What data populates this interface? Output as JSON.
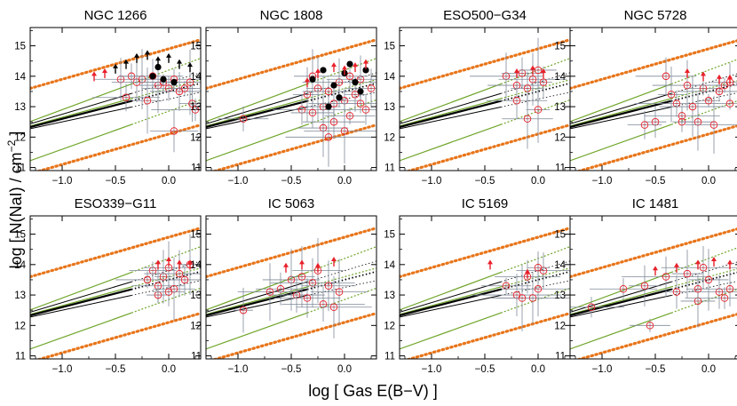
{
  "figure": {
    "ylabel": "log [ N(NaI) / cm",
    "ylabel_sup": "−2",
    "ylabel_tail": " ]",
    "xlabel": "log [ Gas E(B−V) ]"
  },
  "chart_data": [
    {
      "type": "scatter",
      "title": "NGC 1266",
      "xlim": [
        -1.3,
        0.3
      ],
      "ylim": [
        10.9,
        15.6
      ],
      "xticks": [
        -1.0,
        -0.5,
        0.0
      ],
      "yticks": [
        11,
        12,
        13,
        14,
        15
      ],
      "points": [
        [
          -0.45,
          13.9
        ],
        [
          -0.35,
          14.0
        ],
        [
          -0.3,
          13.8
        ],
        [
          -0.25,
          13.9
        ],
        [
          -0.15,
          14.0
        ],
        [
          -0.1,
          13.7
        ],
        [
          -0.05,
          13.8
        ],
        [
          0.0,
          13.6
        ],
        [
          0.05,
          13.9
        ],
        [
          0.1,
          13.5
        ],
        [
          0.15,
          13.6
        ],
        [
          0.2,
          13.8
        ],
        [
          0.22,
          13.1
        ],
        [
          0.25,
          12.9
        ],
        [
          0.05,
          12.2
        ],
        [
          -0.4,
          13.3
        ],
        [
          -0.2,
          13.2
        ]
      ],
      "upper_limits": [
        [
          -0.7,
          14.1
        ],
        [
          -0.6,
          14.2
        ],
        [
          -0.5,
          14.35
        ],
        [
          -0.4,
          14.5
        ],
        [
          -0.3,
          14.7
        ],
        [
          -0.2,
          14.8
        ],
        [
          -0.1,
          14.6
        ],
        [
          0.0,
          14.7
        ],
        [
          0.1,
          14.5
        ],
        [
          0.2,
          14.4
        ]
      ],
      "filled": [
        [
          -0.15,
          14.0
        ],
        [
          -0.05,
          13.9
        ],
        [
          0.05,
          13.8
        ],
        [
          -0.1,
          14.3
        ]
      ]
    },
    {
      "type": "scatter",
      "title": "NGC 1808",
      "xlim": [
        -1.3,
        0.3
      ],
      "ylim": [
        10.9,
        15.6
      ],
      "xticks": [
        -1.0,
        -0.5,
        0.0
      ],
      "yticks": [
        11,
        12,
        13,
        14,
        15
      ],
      "points": [
        [
          -0.95,
          12.6
        ],
        [
          -0.4,
          12.9
        ],
        [
          -0.35,
          13.4
        ],
        [
          -0.3,
          12.8
        ],
        [
          -0.25,
          13.6
        ],
        [
          -0.2,
          13.0
        ],
        [
          -0.15,
          13.5
        ],
        [
          -0.1,
          12.5
        ],
        [
          -0.05,
          13.8
        ],
        [
          0.0,
          13.2
        ],
        [
          0.05,
          12.7
        ],
        [
          0.1,
          13.4
        ],
        [
          0.15,
          13.9
        ],
        [
          0.2,
          12.9
        ],
        [
          0.25,
          13.6
        ],
        [
          -0.2,
          12.3
        ],
        [
          -0.1,
          13.1
        ],
        [
          0.05,
          14.0
        ],
        [
          0.15,
          13.1
        ],
        [
          -0.3,
          14.0
        ],
        [
          0.0,
          12.2
        ],
        [
          -0.15,
          12.0
        ]
      ],
      "upper_limits": [
        [
          -0.35,
          13.9
        ],
        [
          -0.25,
          14.2
        ],
        [
          -0.1,
          14.4
        ],
        [
          0.0,
          14.3
        ],
        [
          0.1,
          14.4
        ],
        [
          0.2,
          14.5
        ]
      ],
      "filled": [
        [
          -0.3,
          13.9
        ],
        [
          -0.2,
          14.2
        ],
        [
          -0.1,
          13.7
        ],
        [
          0.0,
          14.1
        ],
        [
          0.1,
          13.8
        ],
        [
          0.2,
          14.2
        ],
        [
          -0.05,
          13.3
        ],
        [
          0.15,
          13.5
        ],
        [
          0.05,
          14.4
        ],
        [
          -0.15,
          13.0
        ]
      ]
    },
    {
      "type": "scatter",
      "title": "ESO500−G34",
      "xlim": [
        -1.3,
        0.3
      ],
      "ylim": [
        10.9,
        15.6
      ],
      "xticks": [
        -1.0,
        -0.5,
        0.0
      ],
      "yticks": [
        11,
        12,
        13,
        14,
        15
      ],
      "points": [
        [
          -0.3,
          14.0
        ],
        [
          -0.2,
          13.7
        ],
        [
          -0.15,
          14.1
        ],
        [
          -0.1,
          13.6
        ],
        [
          -0.05,
          13.9
        ],
        [
          0.0,
          14.2
        ],
        [
          0.05,
          13.8
        ],
        [
          -0.2,
          13.2
        ],
        [
          0.0,
          12.9
        ],
        [
          -0.1,
          12.6
        ]
      ],
      "upper_limits": [
        [
          -0.2,
          14.2
        ],
        [
          -0.05,
          14.3
        ],
        [
          0.05,
          14.2
        ]
      ],
      "filled": []
    },
    {
      "type": "scatter",
      "title": "NGC 5728",
      "xlim": [
        -1.3,
        0.3
      ],
      "ylim": [
        10.9,
        15.6
      ],
      "xticks": [
        -1.0,
        -0.5,
        0.0
      ],
      "yticks": [
        11,
        12,
        13,
        14,
        15
      ],
      "points": [
        [
          -0.4,
          14.0
        ],
        [
          -0.35,
          13.4
        ],
        [
          -0.3,
          13.1
        ],
        [
          -0.25,
          12.5
        ],
        [
          -0.2,
          13.7
        ],
        [
          -0.15,
          13.0
        ],
        [
          -0.1,
          12.5
        ],
        [
          -0.05,
          13.6
        ],
        [
          0.0,
          13.2
        ],
        [
          0.05,
          12.4
        ],
        [
          0.1,
          13.5
        ],
        [
          0.15,
          13.7
        ],
        [
          0.2,
          13.8
        ],
        [
          -0.5,
          12.5
        ],
        [
          -0.6,
          12.4
        ],
        [
          -0.25,
          12.7
        ],
        [
          0.2,
          13.1
        ]
      ],
      "upper_limits": [
        [
          -0.2,
          14.2
        ],
        [
          -0.05,
          14.1
        ],
        [
          0.1,
          14.0
        ],
        [
          0.2,
          14.0
        ]
      ],
      "filled": []
    },
    {
      "type": "scatter",
      "title": "ESO339−G11",
      "xlim": [
        -1.3,
        0.3
      ],
      "ylim": [
        10.9,
        15.6
      ],
      "xticks": [
        -1.0,
        -0.5,
        0.0
      ],
      "yticks": [
        11,
        12,
        13,
        14,
        15
      ],
      "points": [
        [
          -0.2,
          13.5
        ],
        [
          -0.15,
          13.8
        ],
        [
          -0.1,
          13.3
        ],
        [
          -0.05,
          13.6
        ],
        [
          0.0,
          13.9
        ],
        [
          0.05,
          13.2
        ],
        [
          0.1,
          13.7
        ],
        [
          0.15,
          13.5
        ],
        [
          0.2,
          14.0
        ],
        [
          -0.1,
          13.0
        ],
        [
          0.0,
          13.1
        ]
      ],
      "upper_limits": [
        [
          -0.1,
          14.1
        ],
        [
          0.0,
          14.2
        ],
        [
          0.1,
          14.1
        ],
        [
          0.2,
          14.1
        ]
      ],
      "filled": []
    },
    {
      "type": "scatter",
      "title": "IC 5063",
      "xlim": [
        -1.3,
        0.3
      ],
      "ylim": [
        10.9,
        15.6
      ],
      "xticks": [
        -1.0,
        -0.5,
        0.0
      ],
      "yticks": [
        11,
        12,
        13,
        14,
        15
      ],
      "points": [
        [
          -0.95,
          12.5
        ],
        [
          -0.6,
          13.2
        ],
        [
          -0.5,
          13.5
        ],
        [
          -0.45,
          13.0
        ],
        [
          -0.4,
          13.6
        ],
        [
          -0.35,
          12.9
        ],
        [
          -0.3,
          13.4
        ],
        [
          -0.25,
          13.8
        ],
        [
          -0.2,
          12.7
        ],
        [
          -0.15,
          13.3
        ],
        [
          -0.1,
          12.6
        ],
        [
          -0.05,
          13.1
        ],
        [
          -0.7,
          13.1
        ]
      ],
      "upper_limits": [
        [
          -0.55,
          14.0
        ],
        [
          -0.4,
          14.1
        ],
        [
          -0.25,
          14.0
        ],
        [
          -0.1,
          14.2
        ]
      ],
      "filled": []
    },
    {
      "type": "scatter",
      "title": "IC 5169",
      "xlim": [
        -1.3,
        0.3
      ],
      "ylim": [
        10.9,
        15.6
      ],
      "xticks": [
        -1.0,
        -0.5,
        0.0
      ],
      "yticks": [
        11,
        12,
        13,
        14,
        15
      ],
      "points": [
        [
          -0.3,
          13.3
        ],
        [
          -0.2,
          13.0
        ],
        [
          -0.1,
          13.6
        ],
        [
          0.0,
          13.2
        ],
        [
          0.05,
          13.8
        ],
        [
          -0.05,
          12.9
        ],
        [
          0.0,
          13.9
        ],
        [
          -0.15,
          12.9
        ]
      ],
      "upper_limits": [
        [
          -0.45,
          14.1
        ],
        [
          -0.1,
          13.8
        ]
      ],
      "filled": []
    },
    {
      "type": "scatter",
      "title": "IC 1481",
      "xlim": [
        -1.3,
        0.3
      ],
      "ylim": [
        10.9,
        15.6
      ],
      "xticks": [
        -1.0,
        -0.5,
        0.0
      ],
      "yticks": [
        11,
        12,
        13,
        14,
        15
      ],
      "points": [
        [
          -1.1,
          12.6
        ],
        [
          -0.8,
          13.2
        ],
        [
          -0.6,
          13.3
        ],
        [
          -0.55,
          12.0
        ],
        [
          -0.4,
          13.6
        ],
        [
          -0.3,
          13.1
        ],
        [
          -0.2,
          13.7
        ],
        [
          -0.1,
          12.8
        ],
        [
          0.0,
          13.5
        ],
        [
          0.1,
          13.1
        ],
        [
          0.15,
          12.9
        ],
        [
          0.2,
          13.2
        ],
        [
          -0.05,
          13.9
        ],
        [
          -0.1,
          13.2
        ]
      ],
      "upper_limits": [
        [
          -0.5,
          13.9
        ],
        [
          -0.3,
          14.0
        ],
        [
          -0.1,
          14.1
        ],
        [
          0.05,
          14.2
        ],
        [
          0.2,
          14.1
        ]
      ],
      "filled": []
    }
  ],
  "colors": {
    "ref_dotted": "#e8751a",
    "green_solid": "#6fa52a",
    "green_dotted": "#6fa52a",
    "black_line": "#000000",
    "red_points": "#e8202a",
    "error_bars": "#7f8a99",
    "filled_points": "#000000"
  }
}
